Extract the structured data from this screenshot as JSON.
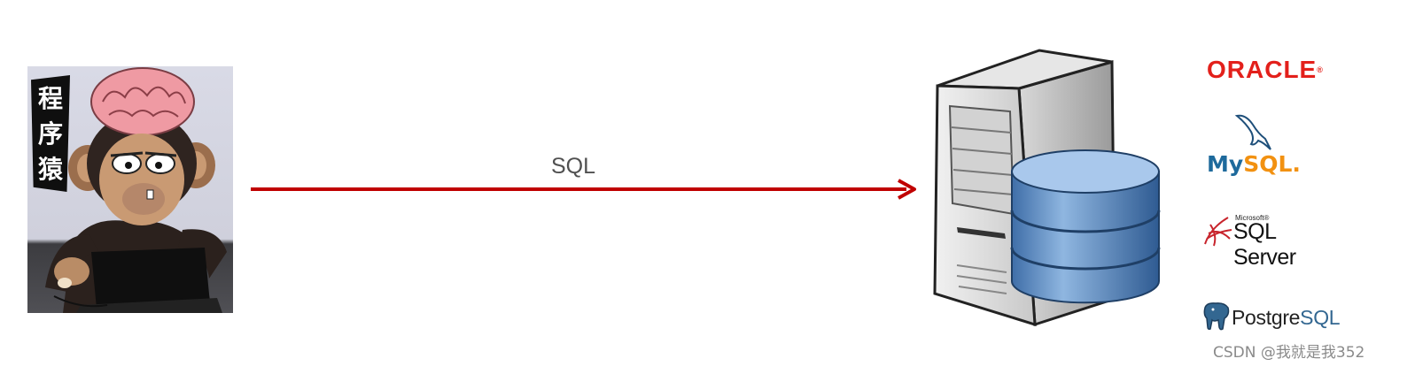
{
  "programmer": {
    "banner_chars": [
      "程",
      "序",
      "猿"
    ]
  },
  "connection": {
    "label": "SQL",
    "color": "#c00000"
  },
  "databases": {
    "oracle": {
      "name": "ORACLE",
      "mark": "®",
      "color": "#e3201b"
    },
    "mysql": {
      "my": "My",
      "sql": "SQL",
      "mark": ".",
      "colors": {
        "my": "#1e6a9c",
        "sql": "#f29111"
      }
    },
    "sqlserver": {
      "vendor": "Microsoft®",
      "name": "SQL Server"
    },
    "postgres": {
      "prefix": "Postgre",
      "sql": "SQL",
      "color": "#336791"
    }
  },
  "watermark": "CSDN @我就是我352"
}
